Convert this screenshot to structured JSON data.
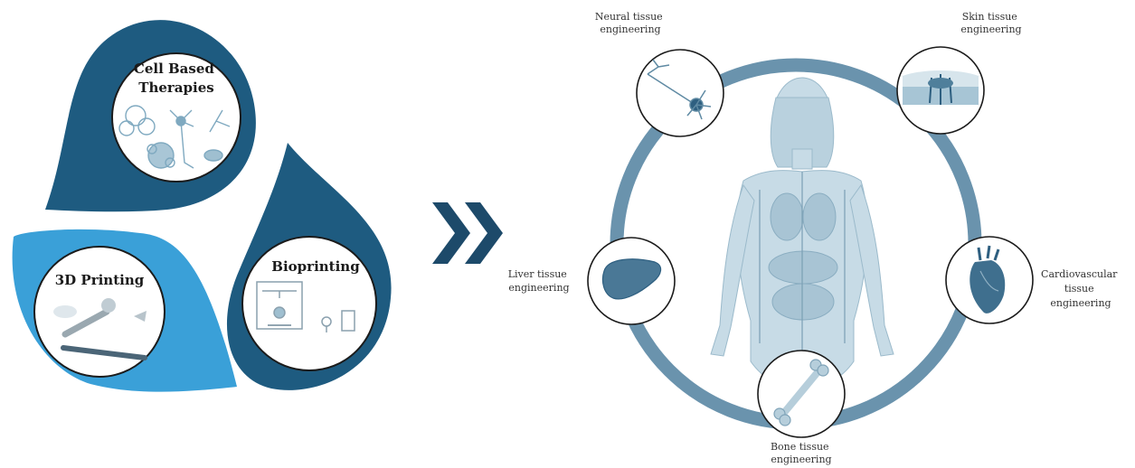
{
  "colors": {
    "dark_blue": "#1e5b80",
    "mid_blue": "#2a8cc4",
    "light_blue": "#3aa0d8",
    "ring_blue": "#6a93ad",
    "chevron": "#1d4a6a",
    "body_fill": "#c7dbe6",
    "icon_blue": "#8cb3c8"
  },
  "left_panel": {
    "drops": [
      {
        "id": "cell",
        "label_lines": [
          "Cell Based",
          "Therapies"
        ]
      },
      {
        "id": "printing3d",
        "label_lines": [
          "3D Printing"
        ]
      },
      {
        "id": "bioprinting",
        "label_lines": [
          "Bioprinting"
        ]
      }
    ]
  },
  "arrow": {
    "icon": "double-chevron-right-icon"
  },
  "right_panel": {
    "tissues": [
      {
        "id": "neural",
        "label_lines": [
          "Neural tissue",
          "engineering"
        ],
        "icon": "neuron-icon"
      },
      {
        "id": "skin",
        "label_lines": [
          "Skin tissue",
          "engineering"
        ],
        "icon": "skin-layers-icon"
      },
      {
        "id": "liver",
        "label_lines": [
          "Liver tissue",
          "engineering"
        ],
        "icon": "liver-icon"
      },
      {
        "id": "cardio",
        "label_lines": [
          "Cardiovascular",
          "tissue",
          "engineering"
        ],
        "icon": "heart-icon"
      },
      {
        "id": "bone",
        "label_lines": [
          "Bone tissue",
          "engineering"
        ],
        "icon": "bone-icon"
      }
    ]
  }
}
